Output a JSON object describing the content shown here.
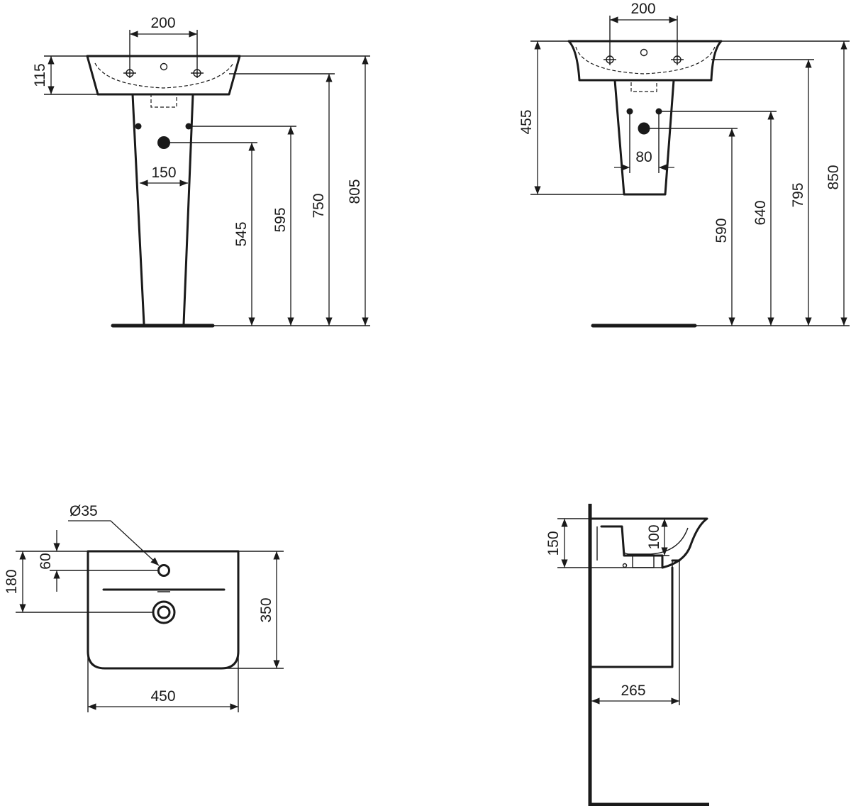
{
  "front_view": {
    "tap_hole_spacing": "200",
    "basin_height": "115",
    "pedestal_width": "150",
    "waste_height": "545",
    "supply_height": "595",
    "basin_bottom_height": "750",
    "rim_height": "805"
  },
  "semi_pedestal_view": {
    "tap_hole_spacing": "200",
    "basin_depth": "455",
    "supply_spacing": "80",
    "waste_height": "590",
    "supply_height": "640",
    "basin_bottom_height": "795",
    "rim_height": "850"
  },
  "plan_view": {
    "tap_hole_diameter": "Ø35",
    "tap_hole_offset": "60",
    "waste_offset": "180",
    "depth": "350",
    "width": "450"
  },
  "side_view": {
    "bowl_depth": "150",
    "inner_depth": "100",
    "projection": "265"
  }
}
